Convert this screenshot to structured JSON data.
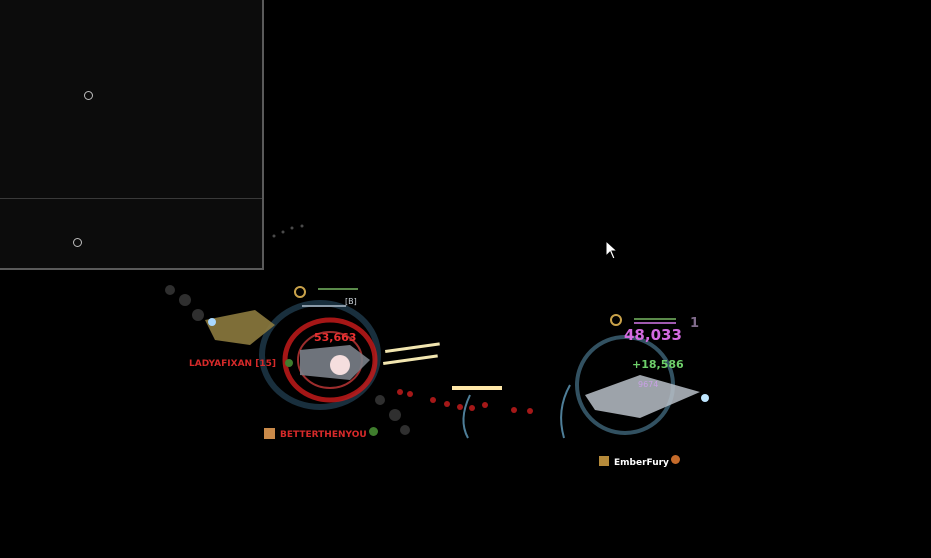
{
  "players": [
    {
      "name": "LADYAFIXAN [15]",
      "color": "#d62a2a"
    },
    {
      "name": "BETTERTHENYOU",
      "color": "#d62a2a"
    },
    {
      "name": "EmberFury",
      "color": "#ffffff"
    }
  ],
  "combat_text": {
    "enemy_damage": "53,663",
    "player_damage": "48,033",
    "player_heal": "+18,586",
    "player_small": "9674",
    "enemy_tag": "[B]",
    "player_tag": "1"
  },
  "ui": {
    "icons": [
      "spinner-icon",
      "cursor-icon",
      "rank-icon",
      "faction-icon",
      "clan-icon"
    ]
  }
}
